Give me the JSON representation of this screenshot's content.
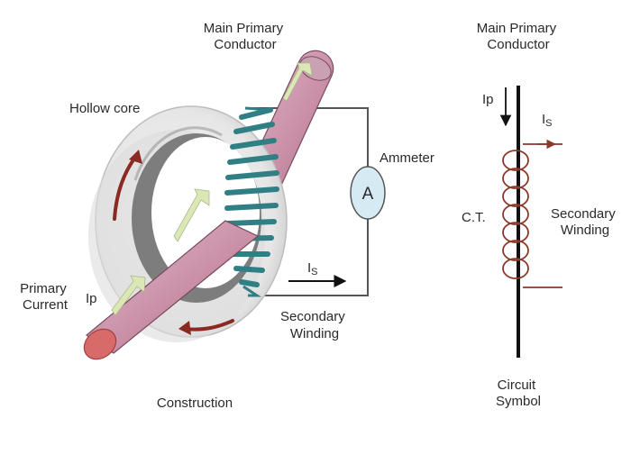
{
  "construction": {
    "main_conductor_label": [
      "Main Primary",
      "Conductor"
    ],
    "hollow_core_label": "Hollow core",
    "ammeter_label": "Ammeter",
    "ammeter_symbol": "A",
    "primary_current_label": [
      "Primary",
      "Current"
    ],
    "ip_label": "Ip",
    "is_label": {
      "main": "I",
      "sub": "S"
    },
    "secondary_winding_label": [
      "Secondary",
      "Winding"
    ],
    "caption": "Construction"
  },
  "symbol": {
    "main_conductor_label": [
      "Main Primary",
      "Conductor"
    ],
    "ip_label": "Ip",
    "is_label": {
      "main": "I",
      "sub": "S"
    },
    "ct_label": "C.T.",
    "secondary_winding_label": [
      "Secondary",
      "Winding"
    ],
    "caption": [
      "Circuit",
      "Symbol"
    ]
  },
  "colors": {
    "conductor": "#c98fa6",
    "conductor_end": "#d86a6a",
    "core": "#e6e6e6",
    "core_inner": "#7d7d7d",
    "winding": "#2f7f85",
    "wire": "#555555",
    "ammeter_fill": "#d6eaf4",
    "arrow_band": "#dce7b6",
    "core_arrow": "#8a2a22",
    "coil": "#8a3a2a"
  }
}
